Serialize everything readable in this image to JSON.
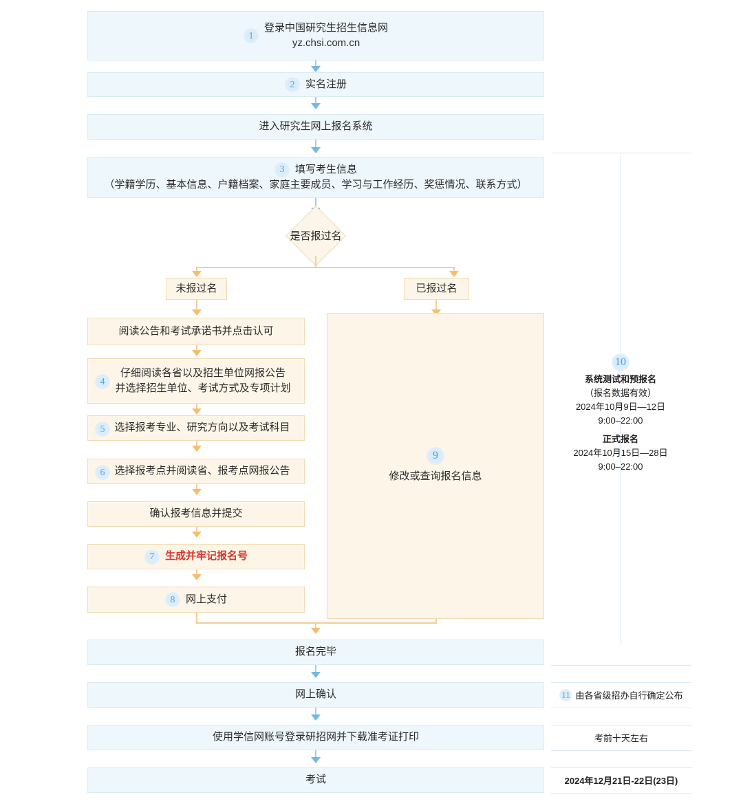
{
  "meta": {
    "title": "全国硕士研究生招生考试网上报名流程图",
    "colors": {
      "blue_fill": "#eef7fc",
      "blue_border": "#d9ebf7",
      "blue_arrow": "#76b8e4",
      "cream_fill": "#fdf6e8",
      "cream_border": "#f0dcb4",
      "orange_arrow": "#f5be6f",
      "badge_text": "#5aa6dd",
      "highlight_red": "#d9342b"
    }
  },
  "flow": {
    "step1": {
      "num": "1",
      "line1": "登录中国研究生招生信息网",
      "line2": "yz.chsi.com.cn"
    },
    "step2": {
      "num": "2",
      "label": "实名注册"
    },
    "step3_enter": {
      "label": "进入研究生网上报名系统"
    },
    "step3": {
      "num": "3",
      "line1": "填写考生信息",
      "line2": "（学籍学历、基本信息、户籍档案、家庭主要成员、学习与工作经历、奖惩情况、联系方式）"
    },
    "decision": {
      "label": "是否报过名"
    },
    "branch_left": {
      "label": "未报过名"
    },
    "branch_right": {
      "label": "已报过名"
    },
    "left_steps": [
      {
        "num": "",
        "lines": [
          "阅读公告和考试承诺书并点击认可"
        ]
      },
      {
        "num": "4",
        "lines": [
          "仔细阅读各省以及招生单位网报公告",
          "并选择招生单位、考试方式及专项计划"
        ]
      },
      {
        "num": "5",
        "lines": [
          "选择报考专业、研究方向以及考试科目"
        ]
      },
      {
        "num": "6",
        "lines": [
          "选择报考点并阅读省、报考点网报公告"
        ]
      },
      {
        "num": "",
        "lines": [
          "确认报考信息并提交"
        ]
      },
      {
        "num": "7",
        "lines": [
          "生成并牢记报名号"
        ],
        "highlight": true
      },
      {
        "num": "8",
        "lines": [
          "网上支付"
        ]
      }
    ],
    "right_step": {
      "num": "9",
      "label": "修改或查询报名信息"
    },
    "tail_steps": [
      {
        "label": "报名完毕"
      },
      {
        "label": "网上确认"
      },
      {
        "label": "使用学信网账号登录研招网并下载准考证打印"
      },
      {
        "label": "考试"
      }
    ]
  },
  "schedule": {
    "step10": {
      "num": "10",
      "title1": "系统测试和预报名",
      "note": "（报名数据有效）",
      "date1": "2024年10月9日—12日",
      "time1": "9:00–22:00",
      "title2": "正式报名",
      "date2": "2024年10月15日—28日",
      "time2": "9:00–22:00"
    },
    "rows": [
      {
        "num": "11",
        "text": "由各省级招办自行确定公布"
      },
      {
        "num": "",
        "text": "考前十天左右"
      },
      {
        "num": "",
        "text": "2024年12月21日-22日(23日)",
        "bold": true
      }
    ]
  }
}
